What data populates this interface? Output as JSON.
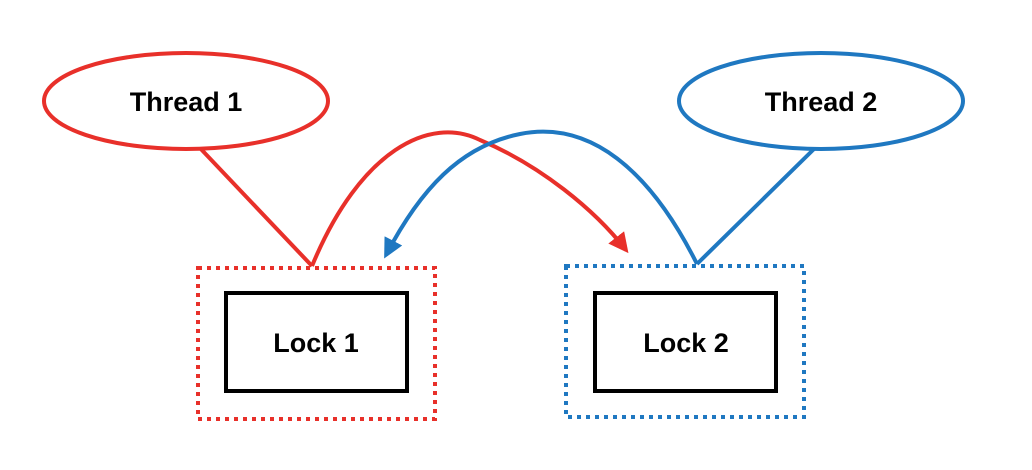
{
  "colors": {
    "thread1": "#e8302a",
    "thread2": "#1f78c1",
    "lock_border": "#000000",
    "background": "#ffffff"
  },
  "threads": [
    {
      "id": "thread-1",
      "label": "Thread 1",
      "color": "#e8302a"
    },
    {
      "id": "thread-2",
      "label": "Thread 2",
      "color": "#1f78c1"
    }
  ],
  "locks": [
    {
      "id": "lock-1",
      "label": "Lock 1",
      "held_by": "thread-1",
      "holder_color": "#e8302a"
    },
    {
      "id": "lock-2",
      "label": "Lock 2",
      "held_by": "thread-2",
      "holder_color": "#1f78c1"
    }
  ],
  "edges": [
    {
      "from": "thread-1",
      "to": "lock-1",
      "kind": "holds",
      "color": "#e8302a"
    },
    {
      "from": "thread-1",
      "to": "lock-2",
      "kind": "waits-for",
      "arrow": true,
      "color": "#e8302a"
    },
    {
      "from": "thread-2",
      "to": "lock-2",
      "kind": "holds",
      "color": "#1f78c1"
    },
    {
      "from": "thread-2",
      "to": "lock-1",
      "kind": "waits-for",
      "arrow": true,
      "color": "#1f78c1"
    }
  ]
}
